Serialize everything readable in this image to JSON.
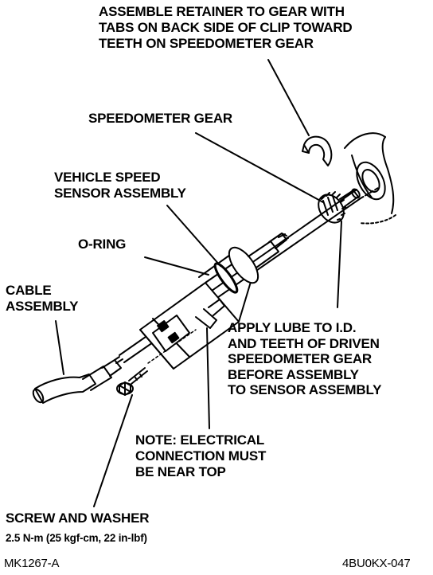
{
  "labels": {
    "retainer": [
      "ASSEMBLE RETAINER TO GEAR WITH",
      "TABS ON BACK SIDE OF CLIP TOWARD",
      "TEETH ON SPEEDOMETER GEAR"
    ],
    "speedometer_gear": "SPEEDOMETER GEAR",
    "vss": [
      "VEHICLE SPEED",
      "SENSOR ASSEMBLY"
    ],
    "o_ring": "O-RING",
    "cable": [
      "CABLE",
      "ASSEMBLY"
    ],
    "lube": [
      "APPLY LUBE TO I.D.",
      "AND TEETH OF DRIVEN",
      "SPEEDOMETER GEAR",
      "BEFORE ASSEMBLY",
      "TO SENSOR ASSEMBLY"
    ],
    "note": [
      "NOTE: ELECTRICAL",
      "CONNECTION MUST",
      "BE NEAR TOP"
    ],
    "screw": "SCREW AND WASHER",
    "torque": "2.5 N-m (25 kgf-cm, 22 in-lbf)"
  },
  "footer": {
    "left_code": "MK1267-A",
    "right_code": "4BU0KX-047"
  }
}
